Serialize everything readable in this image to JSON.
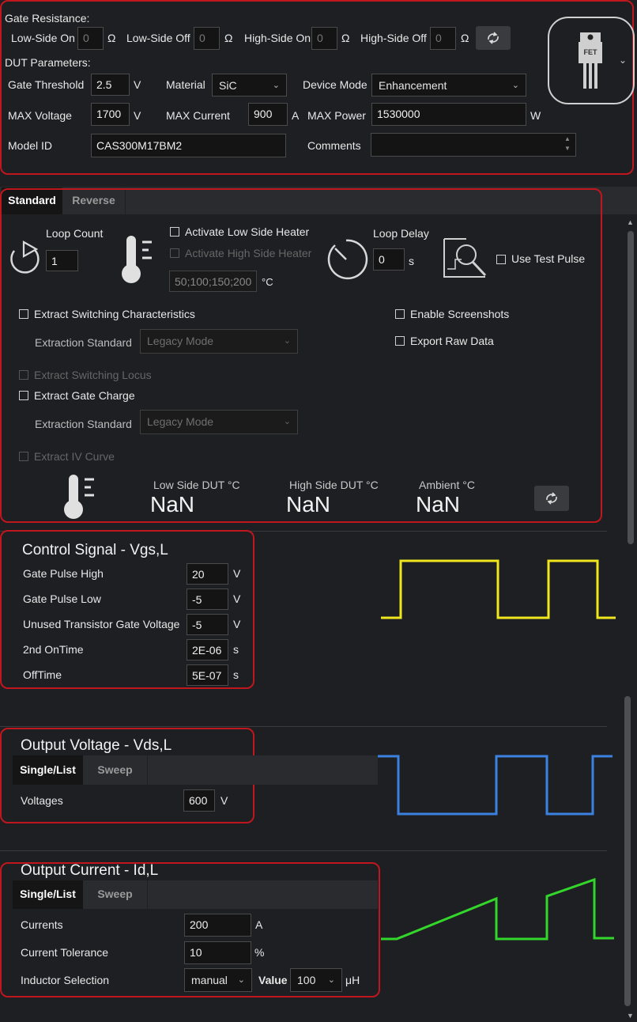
{
  "gate_resistance": {
    "title": "Gate Resistance:",
    "low_side_on_label": "Low-Side On",
    "low_side_on_value": "0",
    "low_side_off_label": "Low-Side Off",
    "low_side_off_value": "0",
    "high_side_on_label": "High-Side On",
    "high_side_on_value": "0",
    "high_side_off_label": "High-Side Off",
    "high_side_off_value": "0",
    "unit": "Ω"
  },
  "dut": {
    "title": "DUT Parameters:",
    "gate_threshold_label": "Gate Threshold",
    "gate_threshold_value": "2.5",
    "gate_threshold_unit": "V",
    "material_label": "Material",
    "material_value": "SiC",
    "device_mode_label": "Device Mode",
    "device_mode_value": "Enhancement",
    "max_voltage_label": "MAX Voltage",
    "max_voltage_value": "1700",
    "max_voltage_unit": "V",
    "max_current_label": "MAX Current",
    "max_current_value": "900",
    "max_current_unit": "A",
    "max_power_label": "MAX Power",
    "max_power_value": "1530000",
    "max_power_unit": "W",
    "model_id_label": "Model ID",
    "model_id_value": "CAS300M17BM2",
    "comments_label": "Comments",
    "comments_value": "",
    "device_icon_text": "FET"
  },
  "tabs": {
    "standard": "Standard",
    "reverse": "Reverse"
  },
  "standard": {
    "loop_count_label": "Loop Count",
    "loop_count_value": "1",
    "low_heater_label": "Activate Low Side Heater",
    "high_heater_label": "Activate High Side Heater",
    "temps_value": "50;100;150;200",
    "temps_unit": "°C",
    "loop_delay_label": "Loop Delay",
    "loop_delay_value": "0",
    "loop_delay_unit": "s",
    "use_test_pulse_label": "Use Test Pulse",
    "extract_switching_label": "Extract Switching Characteristics",
    "extraction_standard_label": "Extraction Standard",
    "extraction_standard_value": "Legacy Mode",
    "enable_screenshots_label": "Enable Screenshots",
    "export_raw_label": "Export Raw Data",
    "extract_locus_label": "Extract Switching Locus",
    "extract_gate_charge_label": "Extract Gate Charge",
    "extraction_standard2_label": "Extraction Standard",
    "extraction_standard2_value": "Legacy Mode",
    "extract_iv_label": "Extract IV Curve",
    "low_dut_label": "Low Side DUT °C",
    "low_dut_value": "NaN",
    "high_dut_label": "High Side DUT °C",
    "high_dut_value": "NaN",
    "ambient_label": "Ambient °C",
    "ambient_value": "NaN"
  },
  "control": {
    "title": "Control Signal - Vgs,L",
    "rows": [
      {
        "label": "Gate Pulse High",
        "value": "20",
        "unit": "V"
      },
      {
        "label": "Gate Pulse Low",
        "value": "-5",
        "unit": "V"
      },
      {
        "label": "Unused Transistor Gate Voltage",
        "value": "-5",
        "unit": "V"
      },
      {
        "label": "2nd OnTime",
        "value": "2E-06",
        "unit": "s"
      },
      {
        "label": "OffTime",
        "value": "5E-07",
        "unit": "s"
      }
    ],
    "wave_color": "#f0e61e"
  },
  "vout": {
    "title": "Output Voltage - Vds,L",
    "tab_single": "Single/List",
    "tab_sweep": "Sweep",
    "voltages_label": "Voltages",
    "voltages_value": "600",
    "voltages_unit": "V",
    "wave_color": "#3b82e0"
  },
  "iout": {
    "title": "Output Current - Id,L",
    "tab_single": "Single/List",
    "tab_sweep": "Sweep",
    "currents_label": "Currents",
    "currents_value": "200",
    "currents_unit": "A",
    "tolerance_label": "Current Tolerance",
    "tolerance_value": "10",
    "tolerance_unit": "%",
    "inductor_label": "Inductor Selection",
    "inductor_value": "manual",
    "value_label": "Value",
    "value_value": "100",
    "value_unit": "μH",
    "wave_color": "#33d62a"
  }
}
